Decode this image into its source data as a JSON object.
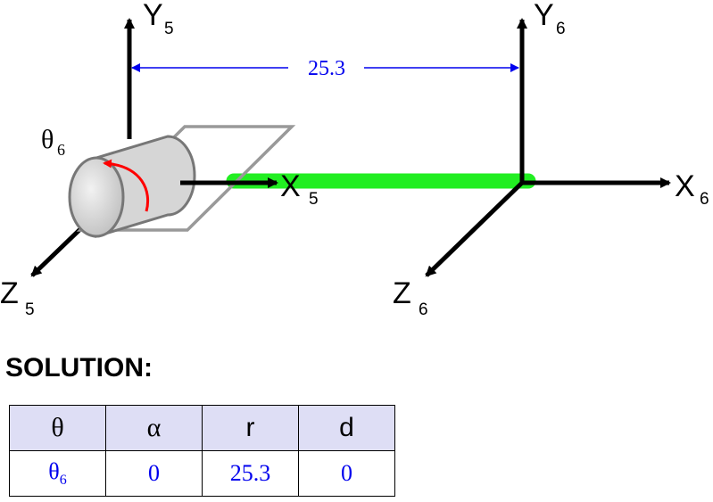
{
  "frame5": {
    "y_axis": {
      "letter": "Y",
      "index": "5"
    },
    "x_axis": {
      "letter": "X",
      "index": "5"
    },
    "z_axis": {
      "letter": "Z",
      "index": "5"
    }
  },
  "frame6": {
    "y_axis": {
      "letter": "Y",
      "index": "6"
    },
    "x_axis": {
      "letter": "X",
      "index": "6"
    },
    "z_axis": {
      "letter": "Z",
      "index": "6"
    }
  },
  "joint": {
    "symbol": "θ",
    "index": "6"
  },
  "dimension": {
    "value": "25.3"
  },
  "colors": {
    "link": "#22ee22",
    "dimension": "#0000ee",
    "rotation_arrow": "#ff0000"
  },
  "solution": {
    "heading": "SOLUTION:",
    "headers": [
      "θ",
      "α",
      "r",
      "d"
    ],
    "row": {
      "theta_symbol": "θ",
      "theta_index": "6",
      "alpha": "0",
      "r": "25.3",
      "d": "0"
    }
  }
}
